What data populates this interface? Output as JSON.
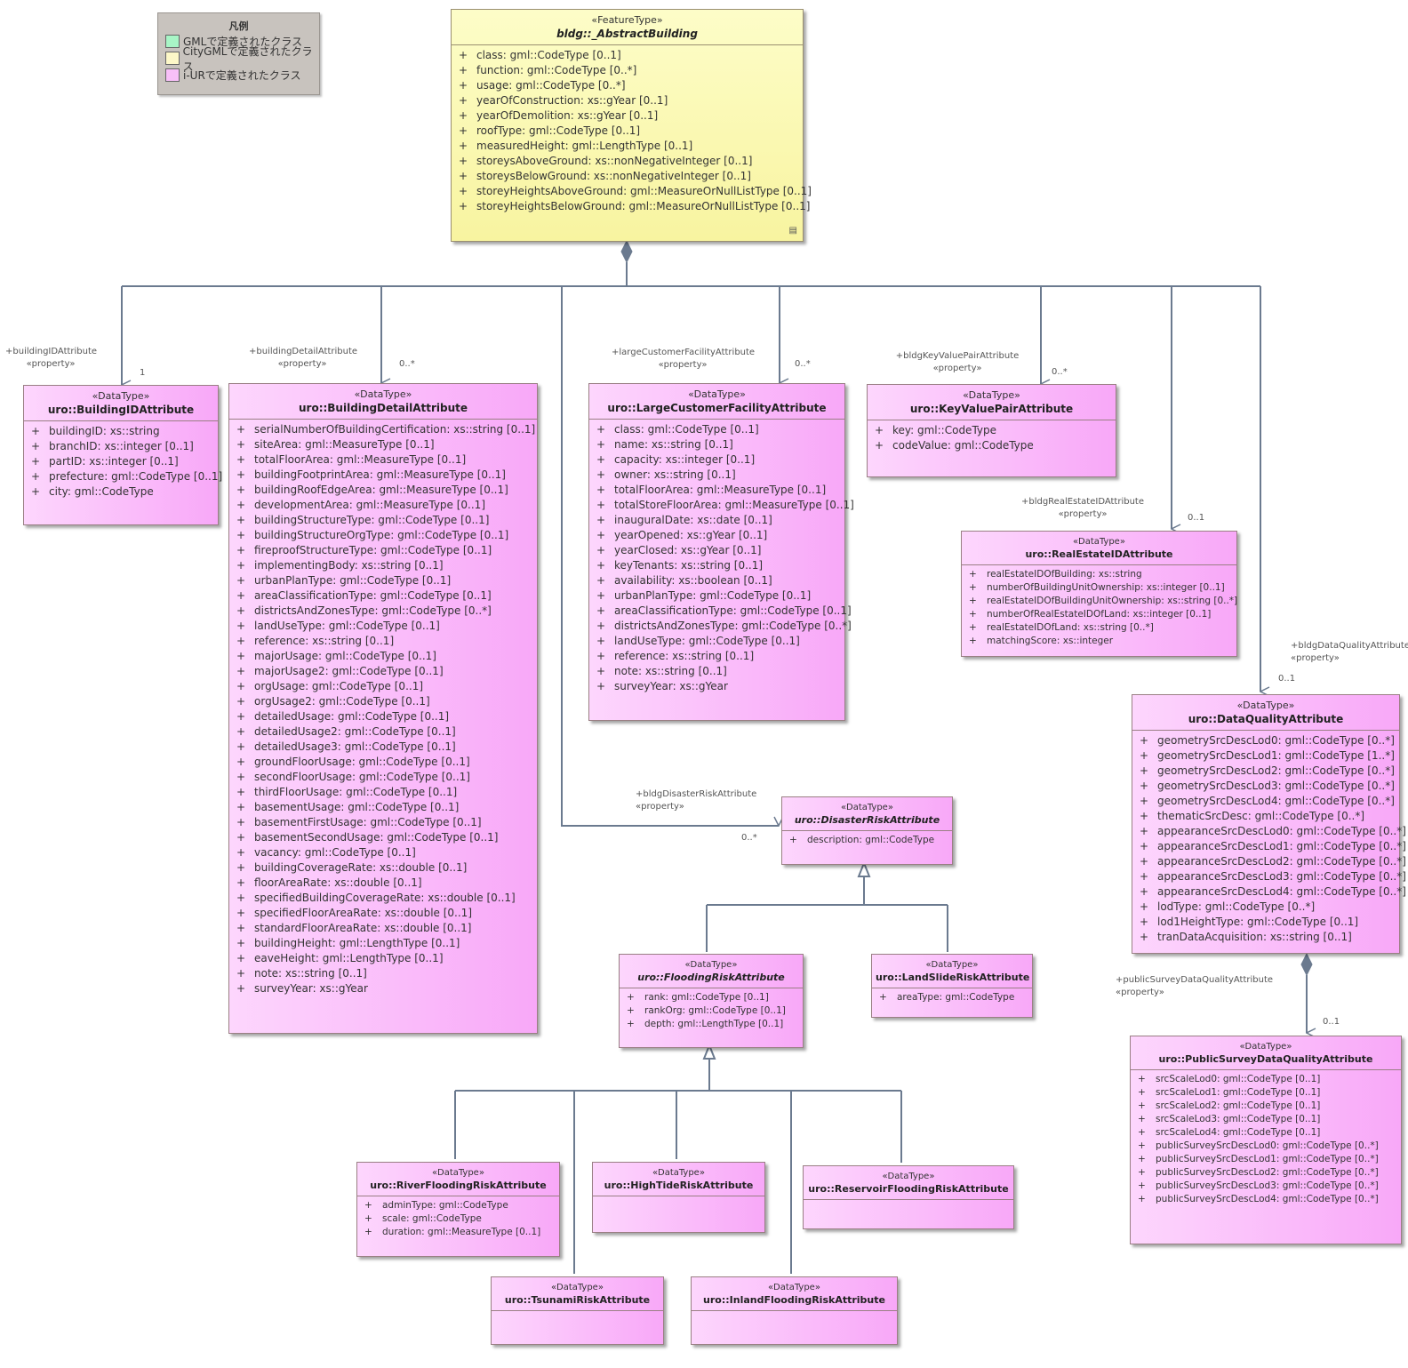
{
  "legend": {
    "title": "凡例",
    "items": [
      {
        "label": "GMLで定義されたクラス",
        "color": "#a8f5c6"
      },
      {
        "label": "CityGMLで定義されたクラス",
        "color": "#fdf8c8"
      },
      {
        "label": "i-URで定義されたクラス",
        "color": "#f8c0f8"
      }
    ]
  },
  "classes": {
    "abstractBuilding": {
      "stereotype": "«FeatureType»",
      "name": "bldg::_AbstractBuilding",
      "attrs": [
        "class: gml::CodeType [0..1]",
        "function: gml::CodeType [0..*]",
        "usage: gml::CodeType [0..*]",
        "yearOfConstruction: xs::gYear [0..1]",
        "yearOfDemolition: xs::gYear [0..1]",
        "roofType: gml::CodeType [0..1]",
        "measuredHeight: gml::LengthType [0..1]",
        "storeysAboveGround: xs::nonNegativeInteger [0..1]",
        "storeysBelowGround: xs::nonNegativeInteger [0..1]",
        "storeyHeightsAboveGround: gml::MeasureOrNullListType [0..1]",
        "storeyHeightsBelowGround: gml::MeasureOrNullListType [0..1]"
      ]
    },
    "buildingId": {
      "stereotype": "«DataType»",
      "name": "uro::BuildingIDAttribute",
      "attrs": [
        "buildingID: xs::string",
        "branchID: xs::integer [0..1]",
        "partID: xs::integer [0..1]",
        "prefecture: gml::CodeType [0..1]",
        "city: gml::CodeType"
      ]
    },
    "buildingDetail": {
      "stereotype": "«DataType»",
      "name": "uro::BuildingDetailAttribute",
      "attrs": [
        "serialNumberOfBuildingCertification: xs::string [0..1]",
        "siteArea: gml::MeasureType [0..1]",
        "totalFloorArea: gml::MeasureType [0..1]",
        "buildingFootprintArea: gml::MeasureType [0..1]",
        "buildingRoofEdgeArea: gml::MeasureType [0..1]",
        "developmentArea: gml::MeasureType [0..1]",
        "buildingStructureType: gml::CodeType [0..1]",
        "buildingStructureOrgType: gml::CodeType [0..1]",
        "fireproofStructureType: gml::CodeType [0..1]",
        "implementingBody: xs::string [0..1]",
        "urbanPlanType: gml::CodeType [0..1]",
        "areaClassificationType: gml::CodeType [0..1]",
        "districtsAndZonesType: gml::CodeType [0..*]",
        "landUseType: gml::CodeType [0..1]",
        "reference: xs::string [0..1]",
        "majorUsage: gml::CodeType [0..1]",
        "majorUsage2: gml::CodeType [0..1]",
        "orgUsage: gml::CodeType [0..1]",
        "orgUsage2: gml::CodeType [0..1]",
        "detailedUsage: gml::CodeType [0..1]",
        "detailedUsage2: gml::CodeType [0..1]",
        "detailedUsage3: gml::CodeType [0..1]",
        "groundFloorUsage: gml::CodeType [0..1]",
        "secondFloorUsage: gml::CodeType [0..1]",
        "thirdFloorUsage: gml::CodeType [0..1]",
        "basementUsage: gml::CodeType [0..1]",
        "basementFirstUsage: gml::CodeType [0..1]",
        "basementSecondUsage: gml::CodeType [0..1]",
        "vacancy: gml::CodeType [0..1]",
        "buildingCoverageRate: xs::double [0..1]",
        "floorAreaRate: xs::double [0..1]",
        "specifiedBuildingCoverageRate: xs::double [0..1]",
        "specifiedFloorAreaRate: xs::double [0..1]",
        "standardFloorAreaRate: xs::double [0..1]",
        "buildingHeight: gml::LengthType [0..1]",
        "eaveHeight: gml::LengthType [0..1]",
        "note: xs::string [0..1]",
        "surveyYear: xs::gYear"
      ]
    },
    "largeCustomer": {
      "stereotype": "«DataType»",
      "name": "uro::LargeCustomerFacilityAttribute",
      "attrs": [
        "class: gml::CodeType [0..1]",
        "name: xs::string [0..1]",
        "capacity: xs::integer [0..1]",
        "owner: xs::string [0..1]",
        "totalFloorArea: gml::MeasureType [0..1]",
        "totalStoreFloorArea: gml::MeasureType [0..1]",
        "inauguralDate: xs::date [0..1]",
        "yearOpened: xs::gYear [0..1]",
        "yearClosed: xs::gYear [0..1]",
        "keyTenants: xs::string [0..1]",
        "availability: xs::boolean [0..1]",
        "urbanPlanType: gml::CodeType [0..1]",
        "areaClassificationType: gml::CodeType [0..1]",
        "districtsAndZonesType: gml::CodeType [0..*]",
        "landUseType: gml::CodeType [0..1]",
        "reference: xs::string [0..1]",
        "note: xs::string [0..1]",
        "surveyYear: xs::gYear"
      ]
    },
    "keyValue": {
      "stereotype": "«DataType»",
      "name": "uro::KeyValuePairAttribute",
      "attrs": [
        "key: gml::CodeType",
        "codeValue: gml::CodeType"
      ]
    },
    "realEstate": {
      "stereotype": "«DataType»",
      "name": "uro::RealEstateIDAttribute",
      "attrs": [
        "realEstateIDOfBuilding: xs::string",
        "numberOfBuildingUnitOwnership: xs::integer [0..1]",
        "realEstateIDOfBuildingUnitOwnership: xs::string [0..*]",
        "numberOfRealEstateIDOfLand: xs::integer [0..1]",
        "realEstateIDOfLand: xs::string [0..*]",
        "matchingScore: xs::integer"
      ]
    },
    "dataQuality": {
      "stereotype": "«DataType»",
      "name": "uro::DataQualityAttribute",
      "attrs": [
        "geometrySrcDescLod0: gml::CodeType [0..*]",
        "geometrySrcDescLod1: gml::CodeType [1..*]",
        "geometrySrcDescLod2: gml::CodeType [0..*]",
        "geometrySrcDescLod3: gml::CodeType [0..*]",
        "geometrySrcDescLod4: gml::CodeType [0..*]",
        "thematicSrcDesc: gml::CodeType [0..*]",
        "appearanceSrcDescLod0: gml::CodeType [0..*]",
        "appearanceSrcDescLod1: gml::CodeType [0..*]",
        "appearanceSrcDescLod2: gml::CodeType [0..*]",
        "appearanceSrcDescLod3: gml::CodeType [0..*]",
        "appearanceSrcDescLod4: gml::CodeType [0..*]",
        "lodType: gml::CodeType [0..*]",
        "lod1HeightType: gml::CodeType [0..1]",
        "tranDataAcquisition: xs::string [0..1]"
      ]
    },
    "disasterRisk": {
      "stereotype": "«DataType»",
      "name": "uro::DisasterRiskAttribute",
      "attrs": [
        "description: gml::CodeType"
      ]
    },
    "floodingRisk": {
      "stereotype": "«DataType»",
      "name": "uro::FloodingRiskAttribute",
      "attrs": [
        "rank: gml::CodeType [0..1]",
        "rankOrg: gml::CodeType [0..1]",
        "depth: gml::LengthType [0..1]"
      ]
    },
    "landSlideRisk": {
      "stereotype": "«DataType»",
      "name": "uro::LandSlideRiskAttribute",
      "attrs": [
        "areaType: gml::CodeType"
      ]
    },
    "riverFlooding": {
      "stereotype": "«DataType»",
      "name": "uro::RiverFloodingRiskAttribute",
      "attrs": [
        "adminType: gml::CodeType",
        "scale: gml::CodeType",
        "duration: gml::MeasureType [0..1]"
      ]
    },
    "highTide": {
      "stereotype": "«DataType»",
      "name": "uro::HighTideRiskAttribute"
    },
    "reservoirFlooding": {
      "stereotype": "«DataType»",
      "name": "uro::ReservoirFloodingRiskAttribute"
    },
    "tsunami": {
      "stereotype": "«DataType»",
      "name": "uro::TsunamiRiskAttribute"
    },
    "inlandFlooding": {
      "stereotype": "«DataType»",
      "name": "uro::InlandFloodingRiskAttribute"
    },
    "publicSurvey": {
      "stereotype": "«DataType»",
      "name": "uro::PublicSurveyDataQualityAttribute",
      "attrs": [
        "srcScaleLod0: gml::CodeType [0..1]",
        "srcScaleLod1: gml::CodeType [0..1]",
        "srcScaleLod2: gml::CodeType [0..1]",
        "srcScaleLod3: gml::CodeType [0..1]",
        "srcScaleLod4: gml::CodeType [0..1]",
        "publicSurveySrcDescLod0: gml::CodeType [0..*]",
        "publicSurveySrcDescLod1: gml::CodeType [0..*]",
        "publicSurveySrcDescLod2: gml::CodeType [0..*]",
        "publicSurveySrcDescLod3: gml::CodeType [0..*]",
        "publicSurveySrcDescLod4: gml::CodeType [0..*]"
      ]
    }
  },
  "roles": {
    "buildingId": {
      "name": "+buildingIDAttribute",
      "stereo": "«property»",
      "mult": "1"
    },
    "buildingDetail": {
      "name": "+buildingDetailAttribute",
      "stereo": "«property»",
      "mult": "0..*"
    },
    "largeCustomer": {
      "name": "+largeCustomerFacilityAttribute",
      "stereo": "«property»",
      "mult": "0..*"
    },
    "keyValue": {
      "name": "+bldgKeyValuePairAttribute",
      "stereo": "«property»",
      "mult": "0..*"
    },
    "realEstate": {
      "name": "+bldgRealEstateIDAttribute",
      "stereo": "«property»",
      "mult": "0..1"
    },
    "dataQuality": {
      "name": "+bldgDataQualityAttribute",
      "stereo": "«property»",
      "mult": "0..1"
    },
    "disasterRisk": {
      "name": "+bldgDisasterRiskAttribute",
      "stereo": "«property»",
      "mult": "0..*"
    },
    "publicSurvey": {
      "name": "+publicSurveyDataQualityAttribute",
      "stereo": "«property»",
      "mult": "0..1"
    }
  },
  "plus": "+"
}
